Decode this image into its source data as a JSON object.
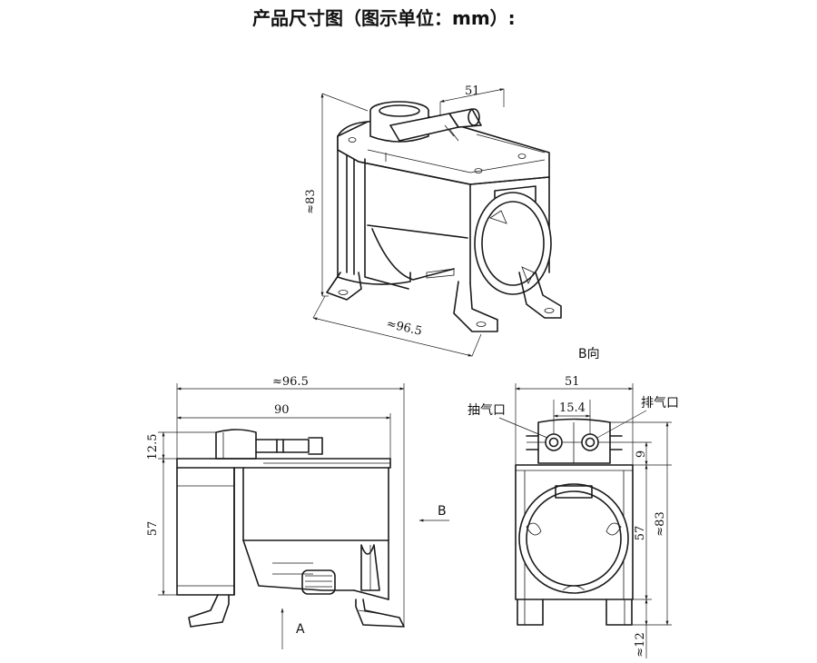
{
  "title": "产品尺寸图（图示单位：mm）:",
  "view_b_label": "B向",
  "arrow_b_label": "B",
  "arrow_a_label": "A",
  "intake_label": "抽气口",
  "exhaust_label": "排气口",
  "dims": {
    "iso_width": "51",
    "iso_height": "≈83",
    "iso_length": "≈96.5",
    "front_total_width": "≈96.5",
    "front_body_width": "90",
    "front_top_height": "12.5",
    "front_body_height": "57",
    "side_width": "51",
    "side_port_spacing": "15.4",
    "side_port_height": "9",
    "side_body_height": "57",
    "side_total_height": "≈83",
    "side_feet_height": "≈12"
  }
}
